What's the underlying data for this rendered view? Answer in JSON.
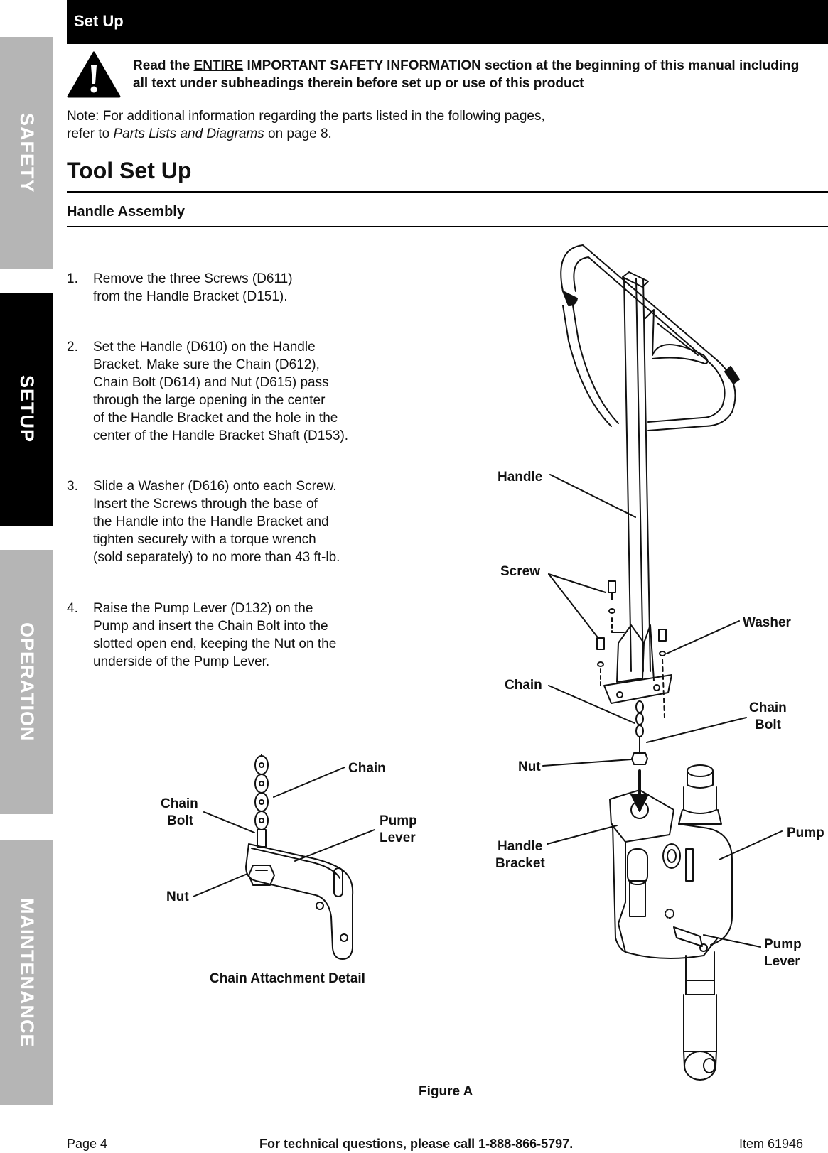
{
  "side_tabs": [
    {
      "label": "SAFETY",
      "active": false
    },
    {
      "label": "SETUP",
      "active": true
    },
    {
      "label": "OPERATION",
      "active": false
    },
    {
      "label": "MAINTENANCE",
      "active": false
    }
  ],
  "header": {
    "title": "Set Up"
  },
  "warning": {
    "icon": "warning-triangle-icon",
    "prefix": "Read the ",
    "emphasis": "ENTIRE",
    "rest": " IMPORTANT SAFETY INFORMATION section at the beginning of this manual including all text under subheadings therein before set up or use of this product"
  },
  "note": {
    "line1": "Note: For additional information regarding the parts listed in the following pages,",
    "line2_prefix": "refer to ",
    "line2_italic": "Parts Lists and Diagrams",
    "line2_suffix": " on page 8."
  },
  "section_title": "Tool Set Up",
  "subsection_title": "Handle Assembly",
  "steps": [
    {
      "num": "1.",
      "text": "Remove the three Screws (D611)\nfrom the Handle Bracket (D151)."
    },
    {
      "num": "2.",
      "text": "Set the Handle (D610) on the Handle\nBracket.  Make sure the Chain (D612),\nChain Bolt (D614) and Nut (D615) pass\nthrough the large opening in the center\nof the Handle Bracket and the hole in the\ncenter of the Handle Bracket Shaft (D153)."
    },
    {
      "num": "3.",
      "text": "Slide a Washer (D616) onto each Screw.\nInsert the Screws through the base of\nthe Handle into the Handle Bracket and\ntighten securely with a torque wrench\n(sold separately) to no more than 43 ft-lb."
    },
    {
      "num": "4.",
      "text": "Raise the Pump Lever (D132) on the\nPump and insert the Chain Bolt into the\nslotted open end, keeping the Nut on the\nunderside of the Pump Lever."
    }
  ],
  "detail_labels": {
    "chain": "Chain",
    "chain_bolt_1": "Chain",
    "chain_bolt_2": "Bolt",
    "pump_lever_1": "Pump",
    "pump_lever_2": "Lever",
    "nut": "Nut",
    "caption": "Chain Attachment Detail"
  },
  "main_labels": {
    "handle": "Handle",
    "screw": "Screw",
    "washer": "Washer",
    "chain": "Chain",
    "chain_bolt_1": "Chain",
    "chain_bolt_2": "Bolt",
    "nut": "Nut",
    "handle_bracket_1": "Handle",
    "handle_bracket_2": "Bracket",
    "pump": "Pump",
    "pump_lever_1": "Pump",
    "pump_lever_2": "Lever"
  },
  "figure_caption": "Figure A",
  "footer": {
    "page": "Page 4",
    "phone": "For technical questions, please call 1-888-866-5797.",
    "item": "Item 61946"
  }
}
